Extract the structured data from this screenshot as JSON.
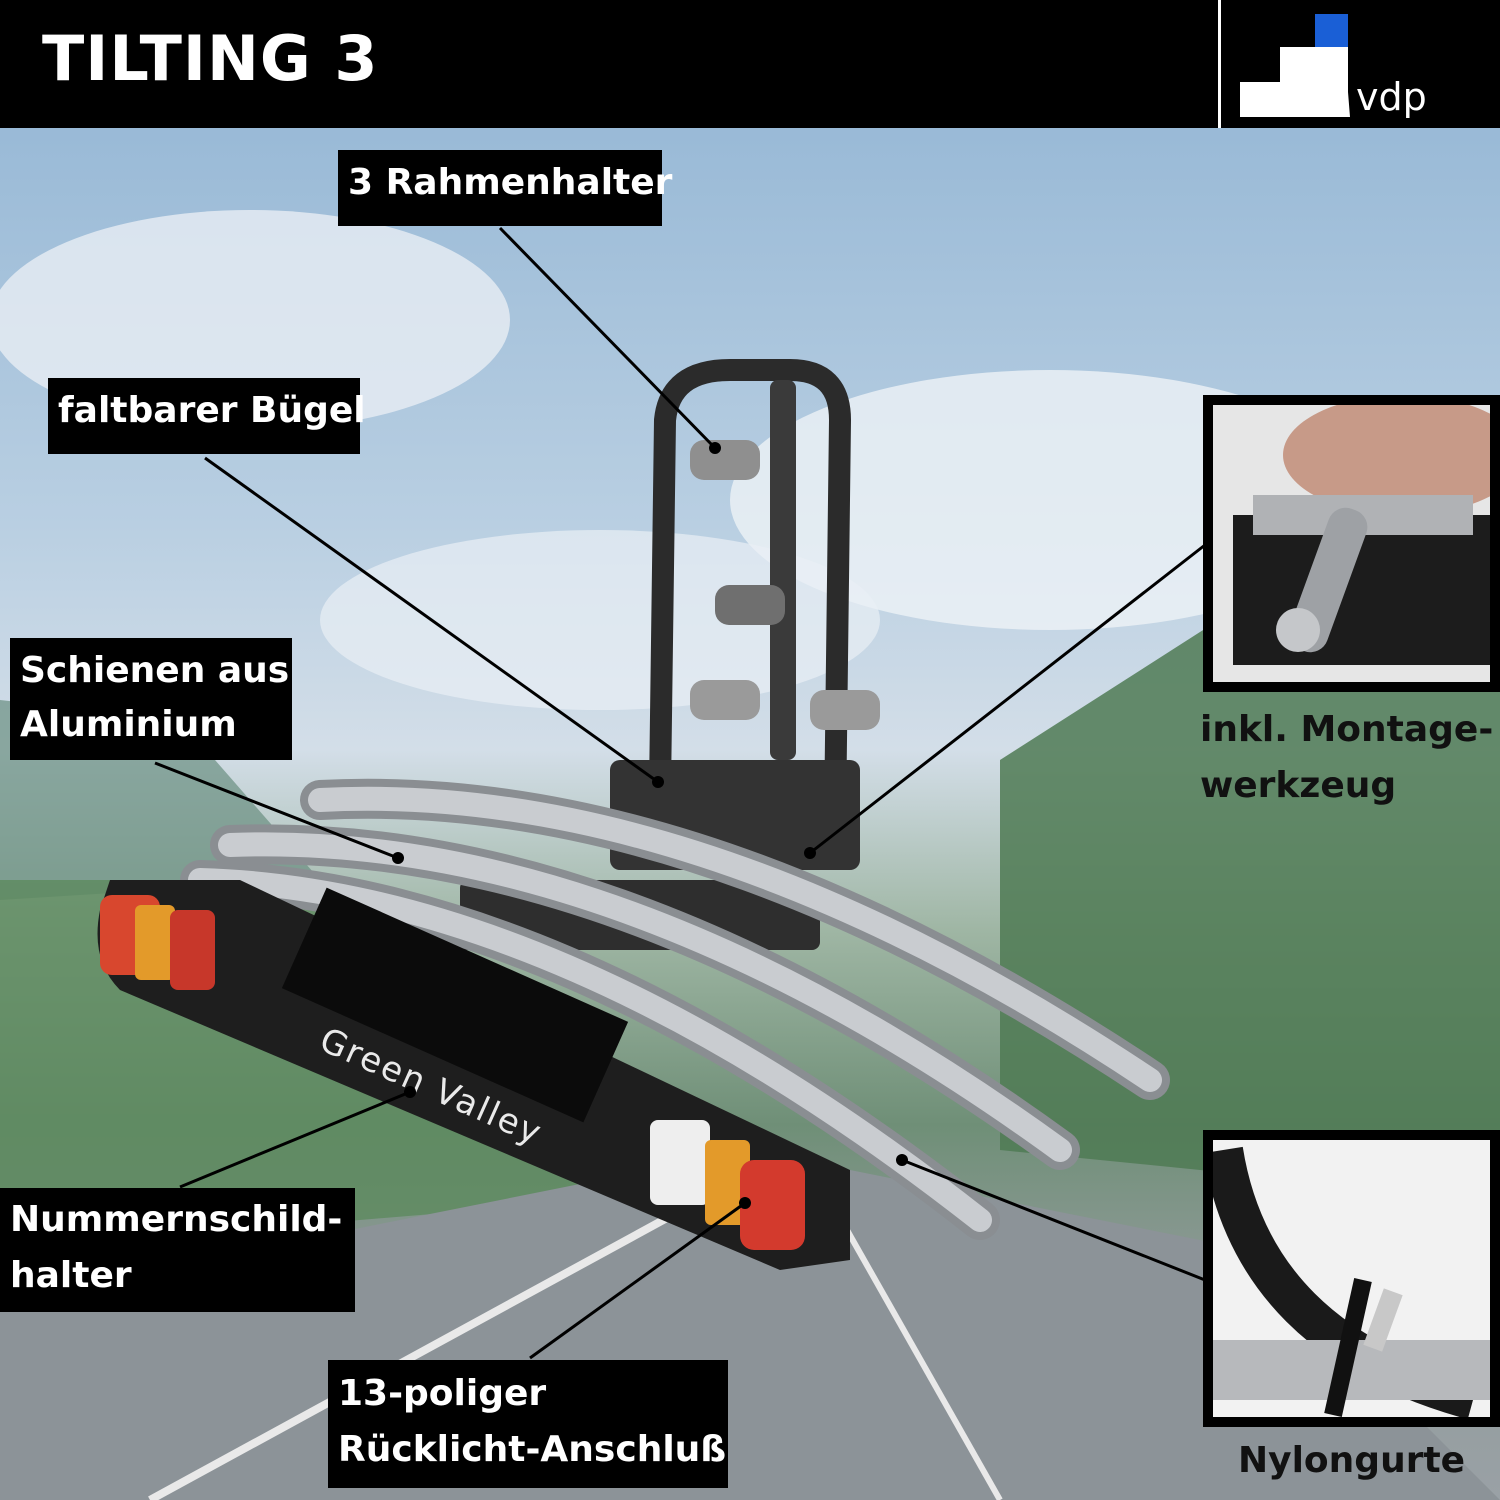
{
  "header": {
    "title": "TILTING 3",
    "logo_text": "vdp"
  },
  "callouts": {
    "rahmenhalter": "3 Rahmenhalter",
    "buegel": "faltbarer Bügel",
    "schienen_line1": "Schienen aus",
    "schienen_line2": "Aluminium",
    "montage_line1": "inkl. Montage-",
    "montage_line2": "werkzeug",
    "nummernschild_line1": "Nummernschild-",
    "nummernschild_line2": "halter",
    "ruecklicht_line1": "13-poliger",
    "ruecklicht_line2": "Rücklicht-Anschluß",
    "nylon": "Nylongurte"
  },
  "product": {
    "brand": "Green Valley"
  },
  "colors": {
    "bar": "#000000",
    "accent_blue": "#1a5fd6",
    "rail": "#b9bcc0"
  },
  "icons": [
    "vdp-logo-icon"
  ]
}
